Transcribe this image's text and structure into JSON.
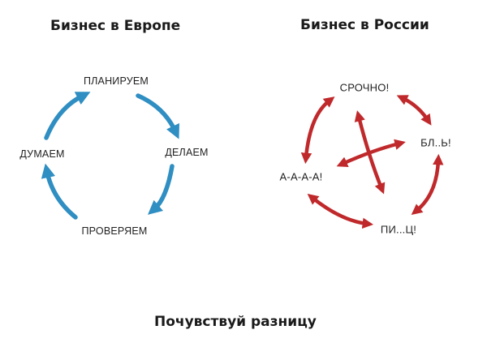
{
  "title_left": "Бизнес в Европе",
  "title_right": "Бизнес в России",
  "caption": "Почувствуй разницу",
  "europe": {
    "label_top": "ПЛАНИРУЕМ",
    "label_right": "ДЕЛАЕМ",
    "label_bottom": "ПРОВЕРЯЕМ",
    "label_left": "ДУМАЕМ"
  },
  "russia": {
    "label_top": "СРОЧНО!",
    "label_right": "БЛ..Ь!",
    "label_bottom": "ПИ...Ц!",
    "label_left": "А-А-А-А!"
  },
  "colors": {
    "europe_arrow": "#2f8ec2",
    "russia_arrow": "#c0292b"
  }
}
